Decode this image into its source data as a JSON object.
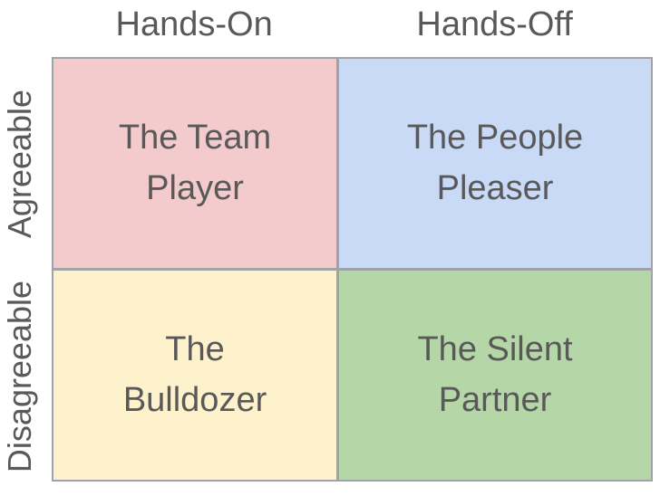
{
  "matrix": {
    "x_axis": {
      "labels": [
        {
          "text": "Hands-On"
        },
        {
          "text": "Hands-Off"
        }
      ]
    },
    "y_axis": {
      "labels": [
        {
          "text": "Agreeable"
        },
        {
          "text": "Disagreeable"
        }
      ]
    },
    "quadrants": [
      {
        "position": "top-left",
        "label": "The Team\nPlayer",
        "color": "#f4cbcc"
      },
      {
        "position": "top-right",
        "label": "The People\nPleaser",
        "color": "#c9daf7"
      },
      {
        "position": "bottom-left",
        "label": "The\nBulldozer",
        "color": "#fef2cc"
      },
      {
        "position": "bottom-right",
        "label": "The Silent\nPartner",
        "color": "#b5d6a7"
      }
    ],
    "colors": {
      "grid_line": "#9fa2a7",
      "text": "#595959",
      "background": "#ffffff"
    }
  }
}
